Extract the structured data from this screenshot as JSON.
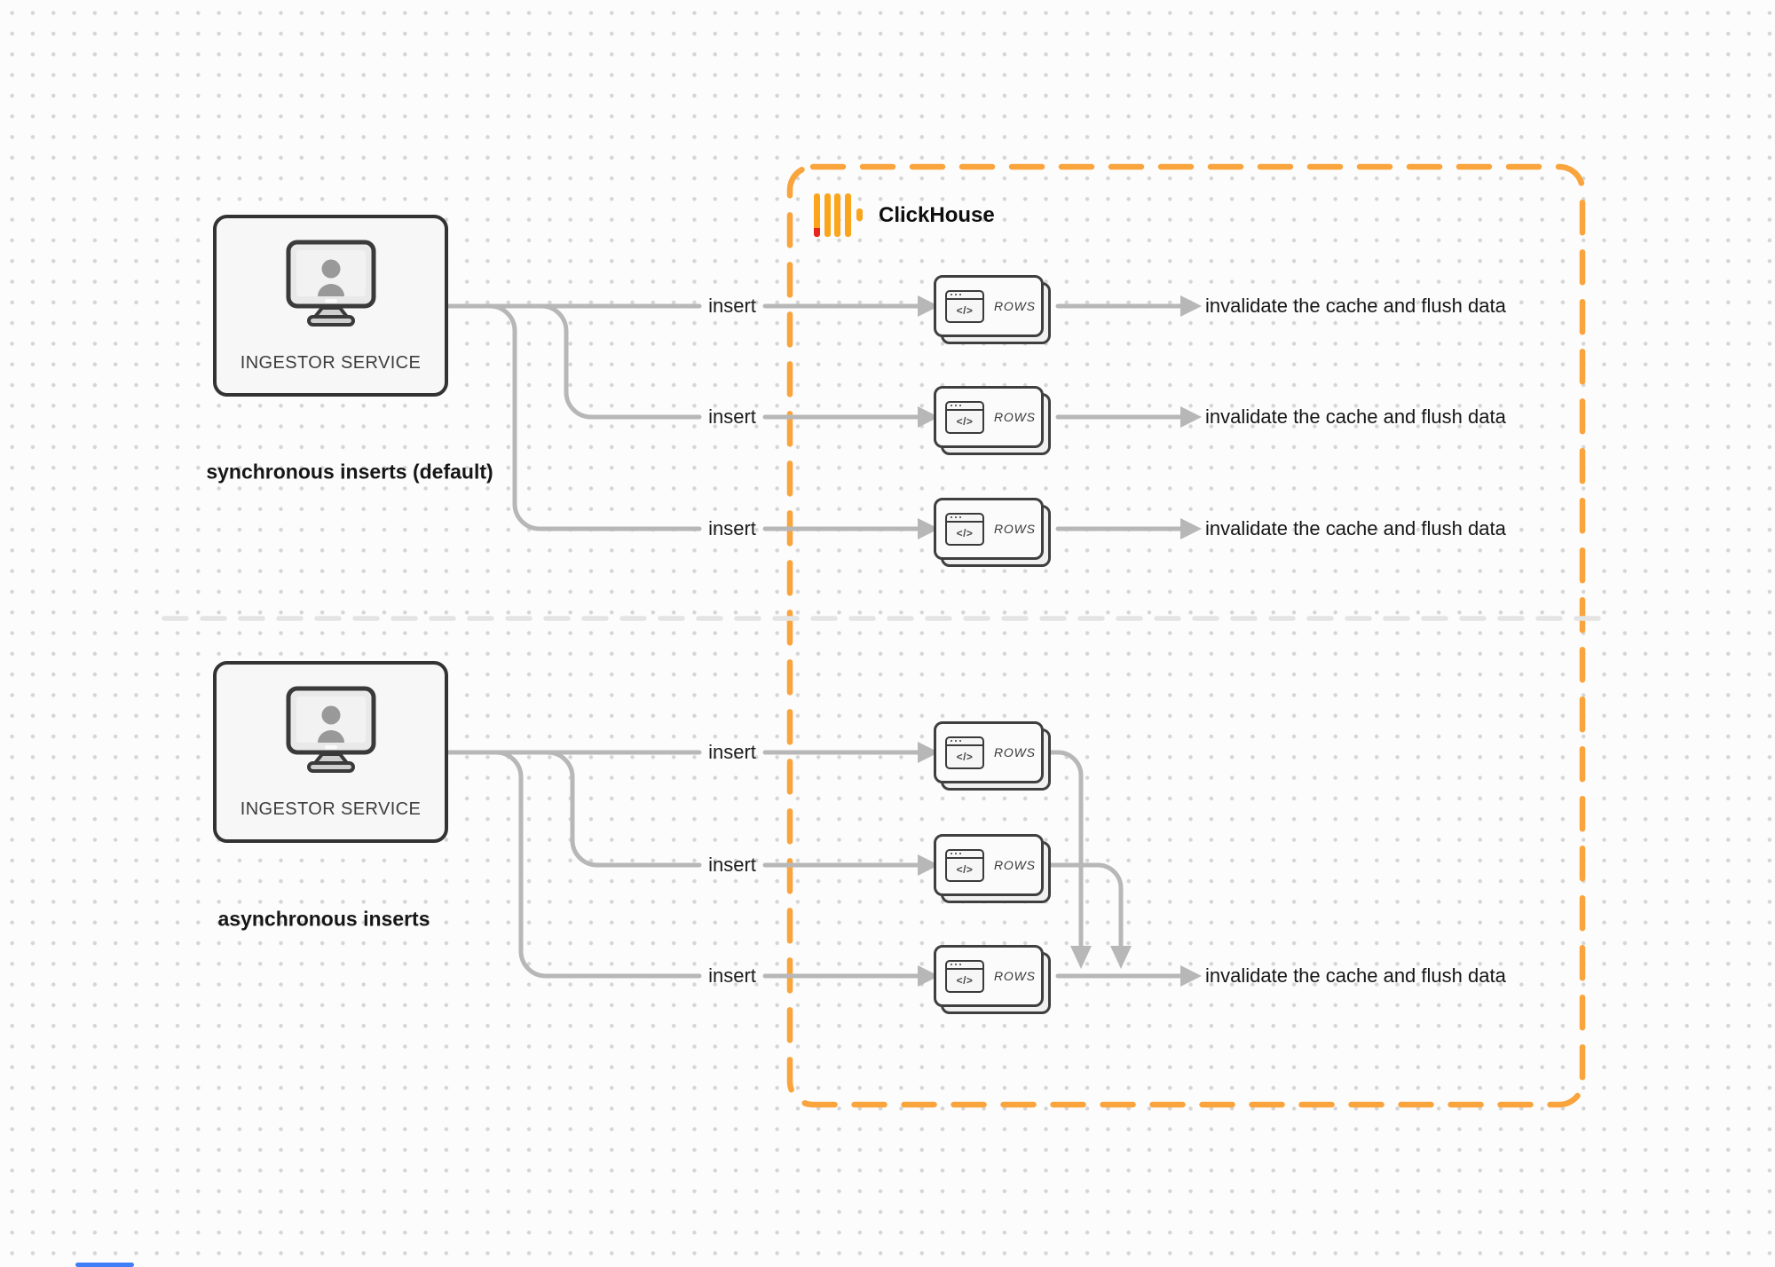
{
  "clickhouse": {
    "title": "ClickHouse"
  },
  "sync": {
    "caption": "synchronous inserts (default)",
    "service": "INGESTOR SERVICE",
    "rows": [
      {
        "insert": "insert",
        "card": "ROWS",
        "glyph": "</>",
        "result": "invalidate the cache and flush data"
      },
      {
        "insert": "insert",
        "card": "ROWS",
        "glyph": "</>",
        "result": "invalidate the cache and flush data"
      },
      {
        "insert": "insert",
        "card": "ROWS",
        "glyph": "</>",
        "result": "invalidate the cache and flush data"
      }
    ]
  },
  "async": {
    "caption": "asynchronous inserts",
    "service": "INGESTOR SERVICE",
    "rows": [
      {
        "insert": "insert",
        "card": "ROWS",
        "glyph": "</>"
      },
      {
        "insert": "insert",
        "card": "ROWS",
        "glyph": "</>"
      },
      {
        "insert": "insert",
        "card": "ROWS",
        "glyph": "</>",
        "result": "invalidate the cache and flush data"
      }
    ]
  },
  "colors": {
    "accent_orange": "#F9A43C",
    "logo_amber": "#FAA51B",
    "logo_red": "#E8251D",
    "connector_gray": "#B7B7B7",
    "divider_gray": "#E4E4E4"
  }
}
